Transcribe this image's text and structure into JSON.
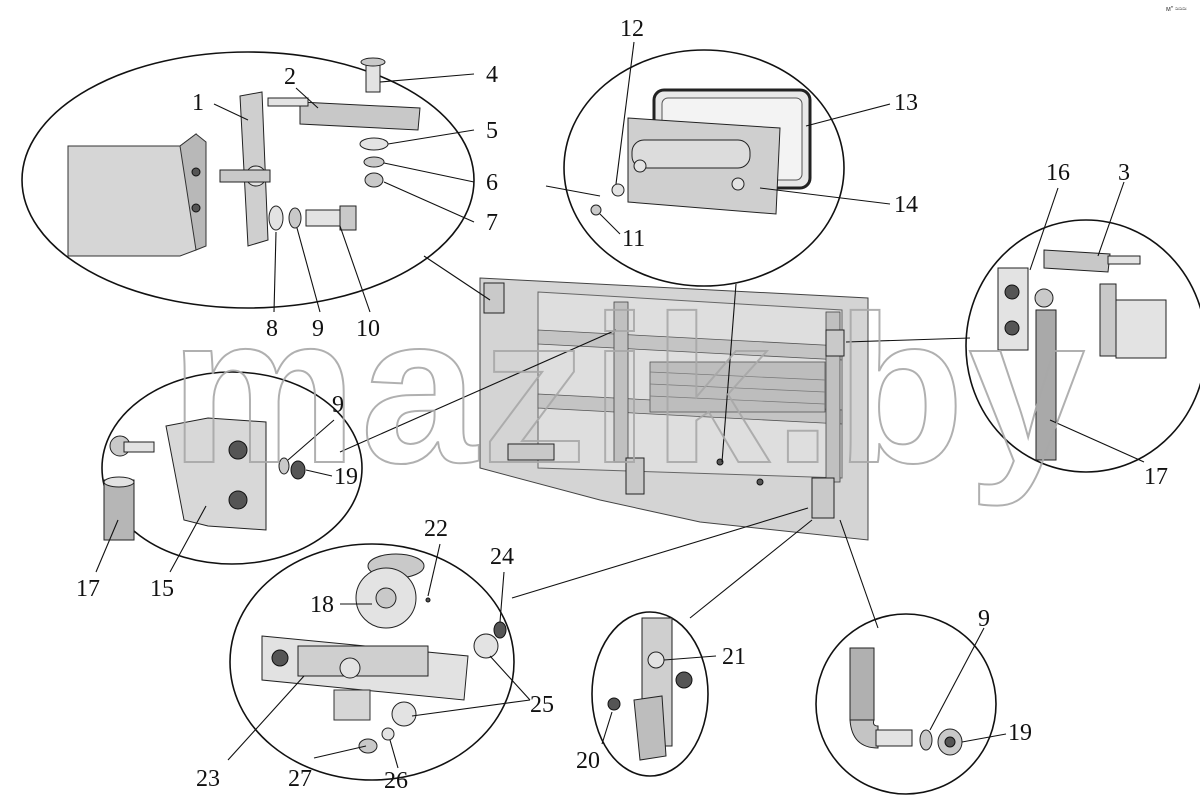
{
  "labels": {
    "l1": "1",
    "l2": "2",
    "l3": "3",
    "l4": "4",
    "l5": "5",
    "l6": "6",
    "l7": "7",
    "l8": "8",
    "l9a": "9",
    "l9b": "9",
    "l9c": "9",
    "l10": "10",
    "l11": "11",
    "l12": "12",
    "l13": "13",
    "l14": "14",
    "l15": "15",
    "l16": "16",
    "l17a": "17",
    "l17b": "17",
    "l18": "18",
    "l19a": "19",
    "l19b": "19",
    "l20": "20",
    "l21": "21",
    "l22": "22",
    "l23": "23",
    "l24": "24",
    "l25": "25",
    "l26": "26",
    "l27": "27"
  },
  "watermark": "mazik.by",
  "corner_mark": "м\" ≈≈≈"
}
